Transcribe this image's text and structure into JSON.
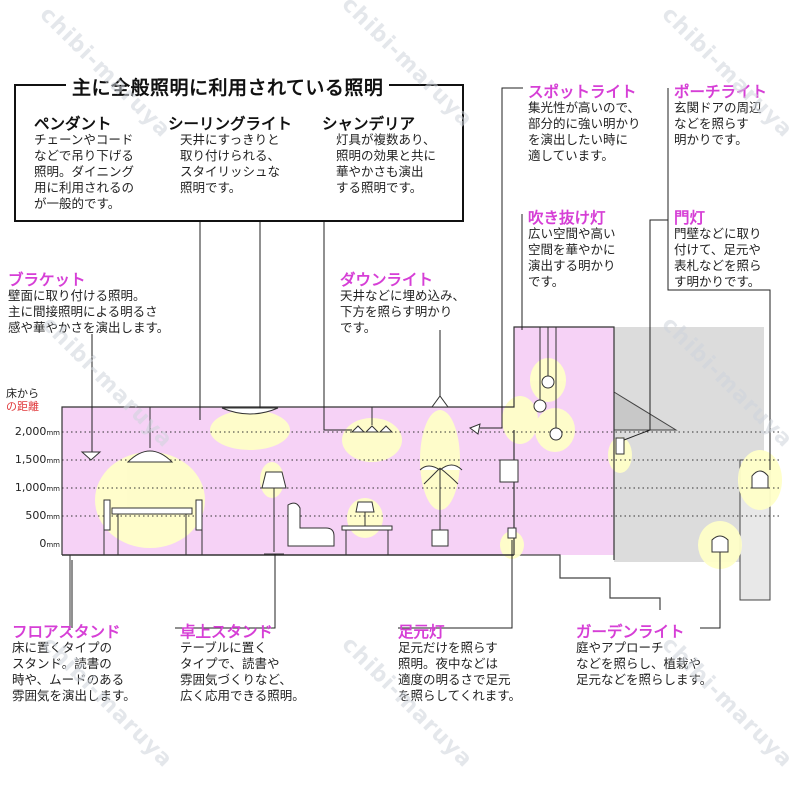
{
  "header": {
    "title": "主に全般照明に利用されている照明"
  },
  "floor_axis": {
    "caption_line1": "床から",
    "caption_line2": "の距離",
    "ticks": [
      "2,000",
      "1,500",
      "1,000",
      "500",
      "0"
    ],
    "unit": "mm"
  },
  "watermark": "chibi-maruya",
  "lights": {
    "pendant": {
      "label": "ペンダント",
      "desc": "チェーンやコード\nなどで吊り下げる\n照明。ダイニング\n用に利用されるの\nが一般的です。"
    },
    "ceiling": {
      "label": "シーリングライト",
      "desc": "天井にすっきりと\n取り付けられる、\nスタイリッシュな\n照明です。"
    },
    "chandelier": {
      "label": "シャンデリア",
      "desc": "灯具が複数あり、\n照明の効果と共に\n華やかさも演出\nする照明です。"
    },
    "spot": {
      "label": "スポットライト",
      "desc": "集光性が高いので、\n部分的に強い明かり\nを演出したい時に\n適しています。"
    },
    "porch": {
      "label": "ポーチライト",
      "desc": "玄関ドアの周辺\nなどを照らす\n明かりです。"
    },
    "bracket": {
      "label": "ブラケット",
      "desc": "壁面に取り付ける照明。\n主に間接照明による明るさ\n感や華やかさを演出します。"
    },
    "downlight": {
      "label": "ダウンライト",
      "desc": "天井などに埋め込み、\n下方を照らす明かり\nです。"
    },
    "atrium": {
      "label": "吹き抜け灯",
      "desc": "広い空間や高い\n空間を華やかに\n演出する明かり\nです。"
    },
    "gate": {
      "label": "門灯",
      "desc": "門壁などに取り\n付けて、足元や\n表札などを照ら\nす明かりです。"
    },
    "floorstand": {
      "label": "フロアスタンド",
      "desc": "床に置くタイプの\nスタンド。読書の\n時や、ムードのある\n雰囲気を演出します。"
    },
    "tablestand": {
      "label": "卓上スタンド",
      "desc": "テーブルに置く\nタイプで、読書や\n雰囲気づくりなど、\n広く応用できる照明。"
    },
    "foot": {
      "label": "足元灯",
      "desc": "足元だけを照らす\n照明。夜中などは\n適度の明るさで足元\nを照らしてくれます。"
    },
    "garden": {
      "label": "ガーデンライト",
      "desc": "庭やアプローチ\nなどを照らし、植栽や\n足元などを照らします。"
    }
  },
  "colors": {
    "accent": "#d63fd6",
    "room_fill": "#f6d2f6",
    "glow": "#ffffc8",
    "exterior": "#dcdcdc",
    "text": "#1a1a1a"
  }
}
